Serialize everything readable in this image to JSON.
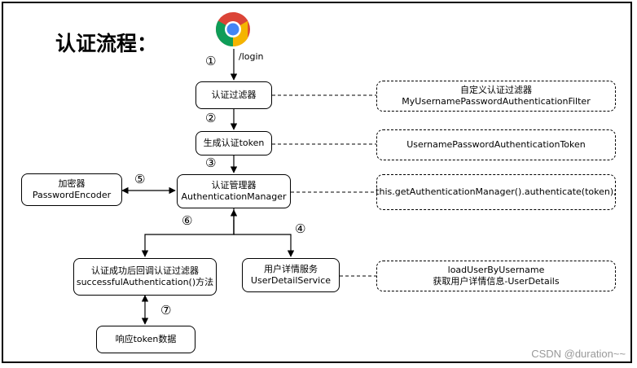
{
  "title": "认证流程：",
  "request_label": "/login",
  "steps": {
    "s1": "①",
    "s2": "②",
    "s3": "③",
    "s4": "④",
    "s5": "⑤",
    "s6": "⑥",
    "s7": "⑦"
  },
  "nodes": {
    "filter": "认证过滤器",
    "token": "生成认证token",
    "manager_line1": "认证管理器",
    "manager_line2": "AuthenticationManager",
    "encoder_line1": "加密器",
    "encoder_line2": "PasswordEncoder",
    "success_line1": "认证成功后回调认证过滤器",
    "success_line2": "successfulAuthentication()方法",
    "userdetail_line1": "用户详情服务",
    "userdetail_line2": "UserDetailService",
    "response": "响应token数据"
  },
  "notes": {
    "filter_line1": "自定义认证过滤器",
    "filter_line2": "MyUsernamePasswordAuthenticationFilter",
    "token": "UsernamePasswordAuthenticationToken",
    "manager": "this.getAuthenticationManager().authenticate(token);",
    "userdetail_line1": "loadUserByUsername",
    "userdetail_line2": "获取用户详情信息-UserDetails"
  },
  "icon": "chrome-browser-icon",
  "watermark": "CSDN @duration~~"
}
